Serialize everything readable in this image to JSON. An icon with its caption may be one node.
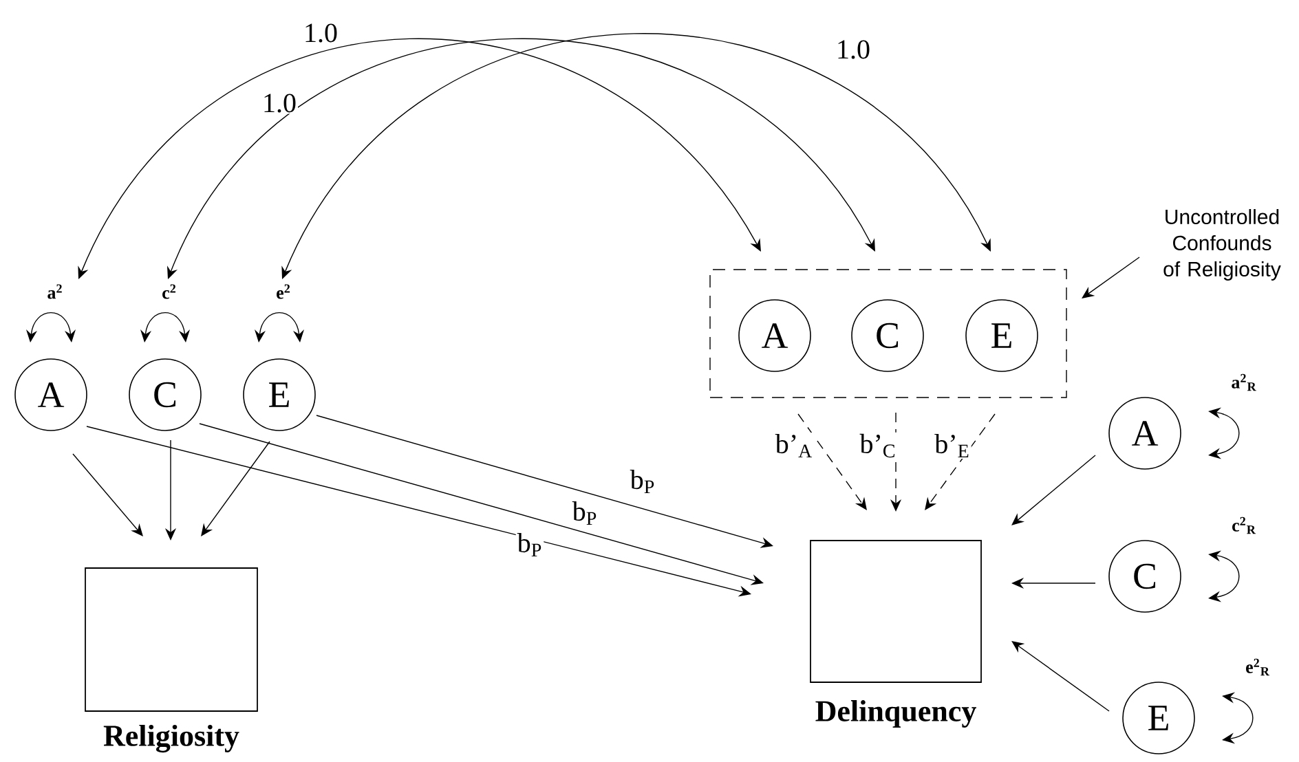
{
  "diagram": {
    "nodes": [
      {
        "text": [
          "A"
        ]
      },
      {
        "text": [
          "C"
        ]
      },
      {
        "text": [
          "E"
        ]
      },
      {
        "text": [
          "Religiosity"
        ]
      },
      {
        "text": [],
        "shape": "box"
      },
      {
        "text": [
          "A"
        ],
        "in": 4
      },
      {
        "text": [
          "C"
        ],
        "in": 4
      },
      {
        "text": [
          "E"
        ],
        "in": 4
      },
      {
        "text": [
          "Delinquency"
        ]
      },
      {
        "text": [
          "A"
        ]
      },
      {
        "text": [
          "C"
        ]
      },
      {
        "text": [
          "E"
        ]
      },
      {
        "text": [
          "Uncontrolled Confounds of Religiosity"
        ]
      }
    ],
    "edges": [
      {
        "from": 0,
        "to": 0,
        "arrow": "both",
        "label": "a$^{2}$"
      },
      {
        "from": 1,
        "to": 1,
        "arrow": "both",
        "label": "c$^{2}$"
      },
      {
        "from": 2,
        "to": 2,
        "arrow": "both",
        "label": "e$^{2}$"
      },
      {
        "from": 0,
        "to": 5,
        "arrow": "both",
        "label": "1.0"
      },
      {
        "from": 1,
        "to": 6,
        "arrow": "both",
        "label": "1.0"
      },
      {
        "from": 2,
        "to": 7,
        "arrow": "both",
        "label": "1.0"
      },
      {
        "from": 0,
        "to": 3,
        "arrow": "to"
      },
      {
        "from": 1,
        "to": 3,
        "arrow": "to"
      },
      {
        "from": 2,
        "to": 3,
        "arrow": "to"
      },
      {
        "from": 0,
        "to": 8,
        "arrow": "to",
        "label": "b$_{P}$"
      },
      {
        "from": 1,
        "to": 8,
        "arrow": "to",
        "label": "b$_{P}$"
      },
      {
        "from": 2,
        "to": 8,
        "arrow": "to",
        "label": "b$_{P}$"
      },
      {
        "from": 5,
        "to": 8,
        "arrow": "to",
        "label": "b’$_{A}$",
        "style": "dashed"
      },
      {
        "from": 6,
        "to": 8,
        "arrow": "to",
        "label": "b’$_{C}$",
        "style": "dashed"
      },
      {
        "from": 7,
        "to": 8,
        "arrow": "to",
        "label": "b’$_{E}$",
        "style": "dashed"
      },
      {
        "from": 9,
        "to": 8,
        "arrow": "to"
      },
      {
        "from": 10,
        "to": 8,
        "arrow": "to"
      },
      {
        "from": 11,
        "to": 8,
        "arrow": "to"
      },
      {
        "from": 9,
        "to": 9,
        "arrow": "both",
        "label": "a$^{2}$$_{R}$"
      },
      {
        "from": 10,
        "to": 10,
        "arrow": "both",
        "label": "c$^{2}$$_{R}$"
      },
      {
        "from": 11,
        "to": 11,
        "arrow": "both",
        "label": "e$^{2}$$_{R}$"
      },
      {
        "from": 12,
        "to": 4,
        "arrow": "to"
      }
    ]
  }
}
